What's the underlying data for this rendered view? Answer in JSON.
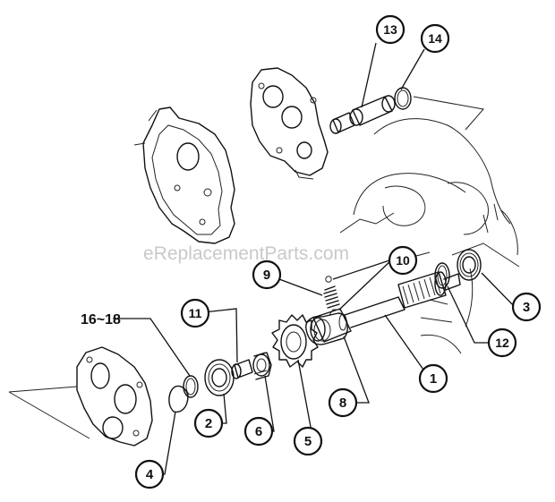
{
  "watermark": "eReplacementParts.com",
  "callouts": {
    "c1": "1",
    "c2": "2",
    "c3": "3",
    "c4": "4",
    "c5": "5",
    "c6": "6",
    "c8": "8",
    "c9": "9",
    "c10": "10",
    "c11": "11",
    "c12": "12",
    "c13": "13",
    "c14": "14",
    "c16_18": "16~18"
  },
  "colors": {
    "line": "#111111",
    "background": "#ffffff",
    "watermark": "#b8b8b8"
  }
}
